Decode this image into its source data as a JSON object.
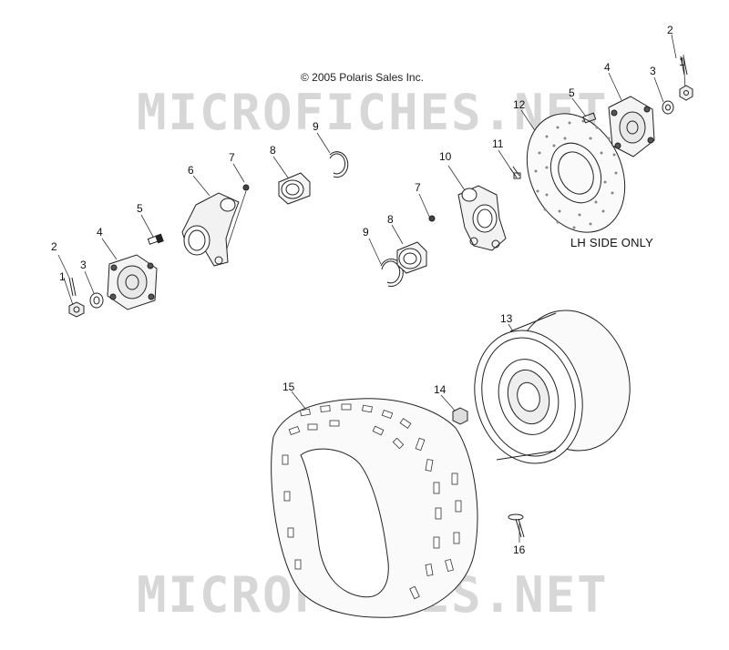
{
  "copyright": "© 2005 Polaris Sales Inc.",
  "watermark": "MICROFICHES.NET",
  "note": "LH SIDE ONLY",
  "callouts": [
    "1",
    "2",
    "3",
    "4",
    "5",
    "6",
    "7",
    "8",
    "9",
    "10",
    "11",
    "12",
    "13",
    "14",
    "15",
    "16",
    "1",
    "2",
    "3",
    "4",
    "5",
    "7",
    "8",
    "9"
  ]
}
